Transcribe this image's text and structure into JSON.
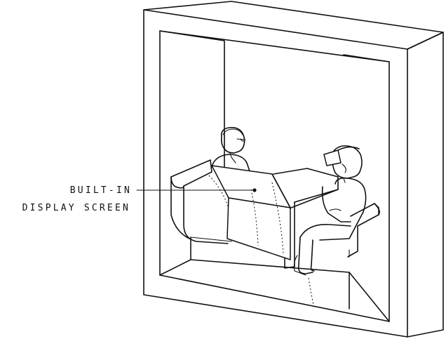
{
  "callout": {
    "line1": "BUILT-IN",
    "line2": "DISPLAY SCREEN"
  },
  "icons": [
    "booth-illustration",
    "seated-person",
    "vr-headset",
    "table",
    "display-screen"
  ]
}
